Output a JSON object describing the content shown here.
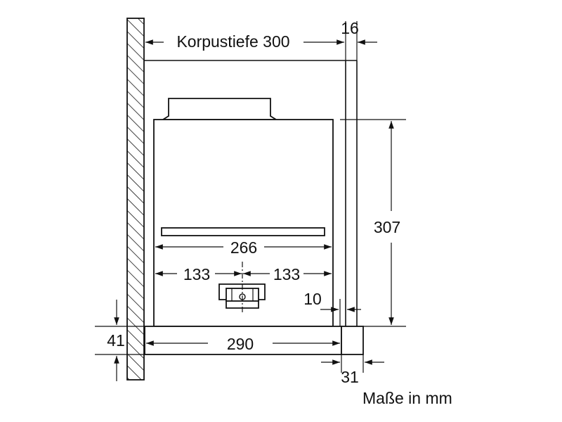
{
  "labels": {
    "cabinet_depth": "Korpustiefe 300",
    "front_thickness": "16",
    "height": "307",
    "filter_width": "266",
    "half_left": "133",
    "half_right": "133",
    "front_offset": "10",
    "base_height": "41",
    "base_width": "290",
    "handle_depth": "31",
    "units_note": "Maße in mm"
  }
}
